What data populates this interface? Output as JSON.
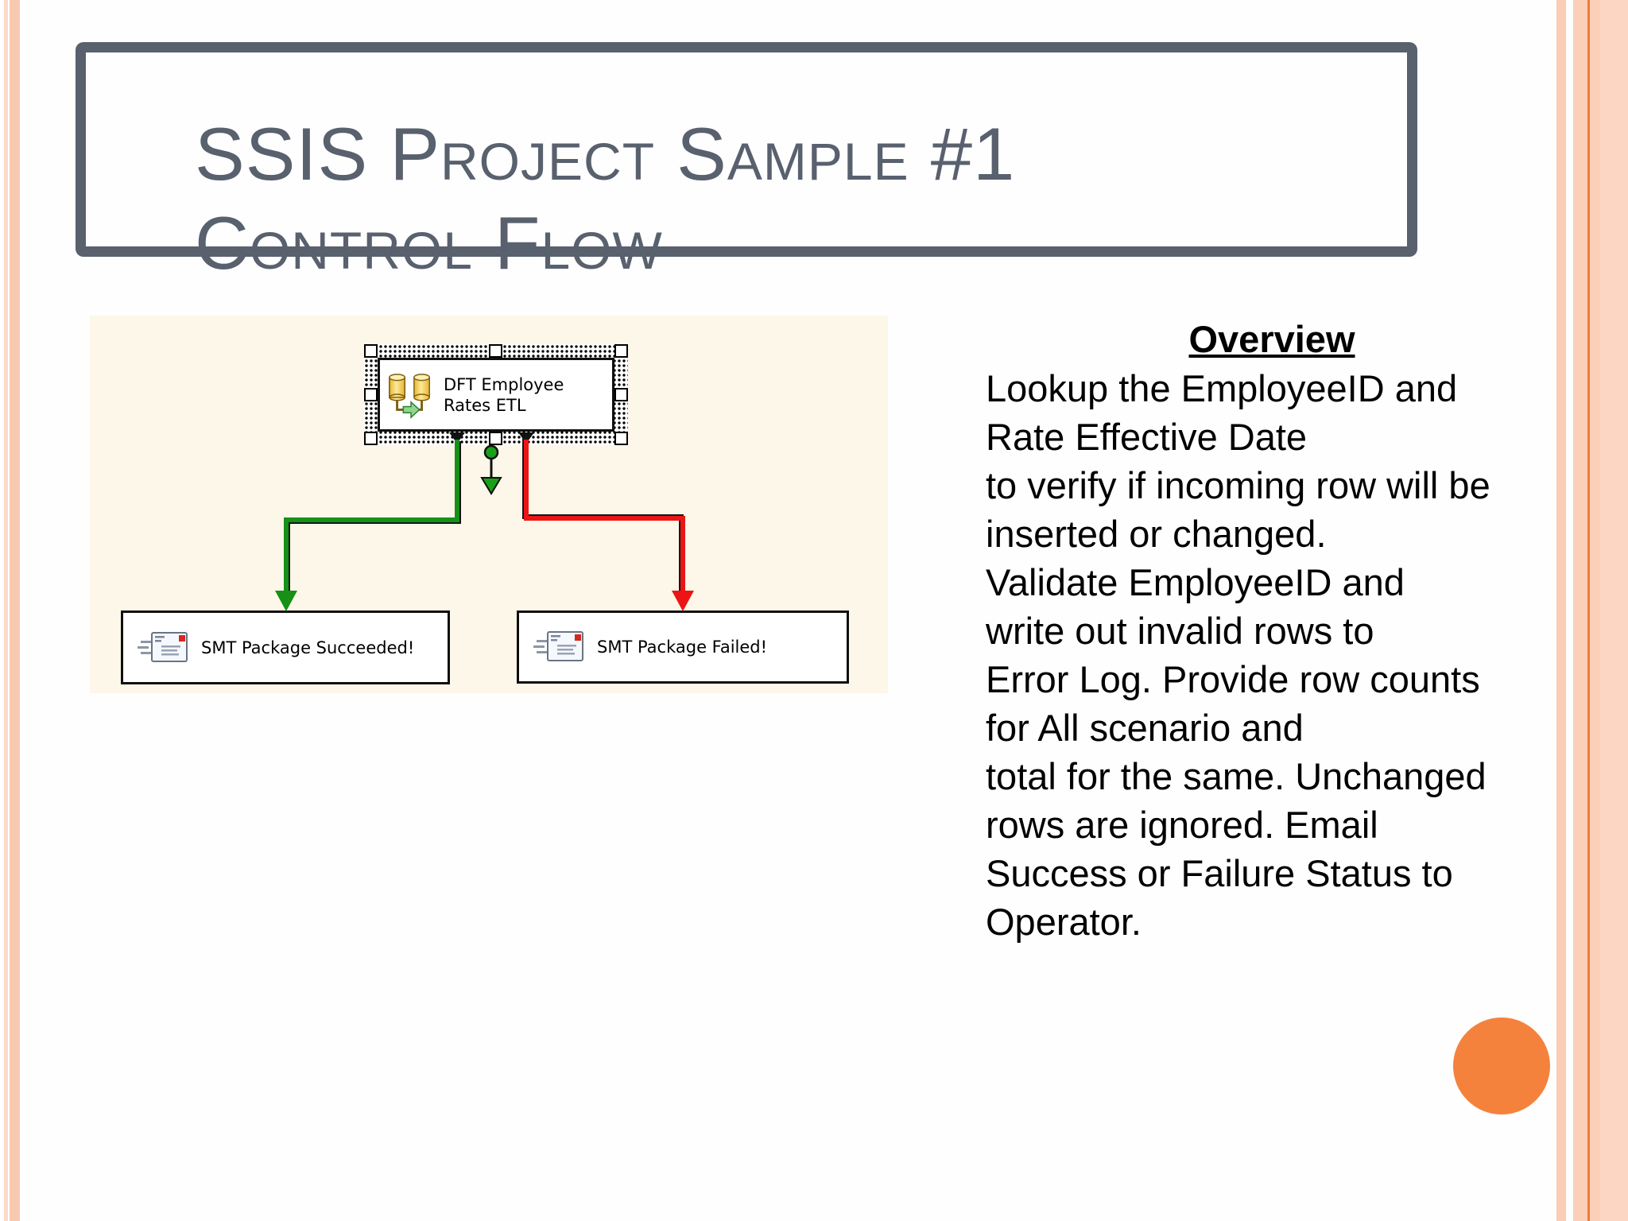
{
  "title": {
    "line1": "SSIS Project Sample #1",
    "line2": "Control Flow"
  },
  "overview": {
    "heading": "Overview",
    "lines": [
      "Lookup the EmployeeID and",
      "Rate Effective Date",
      "to verify if incoming row will be",
      "inserted or changed.",
      "Validate EmployeeID and",
      "write out invalid rows to",
      "Error Log. Provide row counts",
      "for All scenario and",
      "total for the same. Unchanged",
      "rows are ignored. Email",
      "Success or Failure Status to",
      "Operator."
    ]
  },
  "diagram": {
    "task": {
      "line1": "DFT Employee",
      "line2": "Rates ETL"
    },
    "success": {
      "label": "SMT Package Succeeded!"
    },
    "failure": {
      "label": "SMT Package Failed!"
    }
  },
  "icons": {
    "task": "data-flow-cylinders-icon",
    "success": "email-icon",
    "failure": "email-icon",
    "stub": "new-connector-arrow-icon"
  },
  "colors": {
    "title_slate": "#59606e",
    "panel_cream": "#fcf7e8",
    "success_green": "#169016",
    "failure_red": "#ec1515",
    "accent_orange": "#f5823c",
    "stripe_peach": "#f8cab2",
    "stripe_peach_light": "#fbd9c8",
    "stripe_orange_line": "#ee7d38"
  }
}
